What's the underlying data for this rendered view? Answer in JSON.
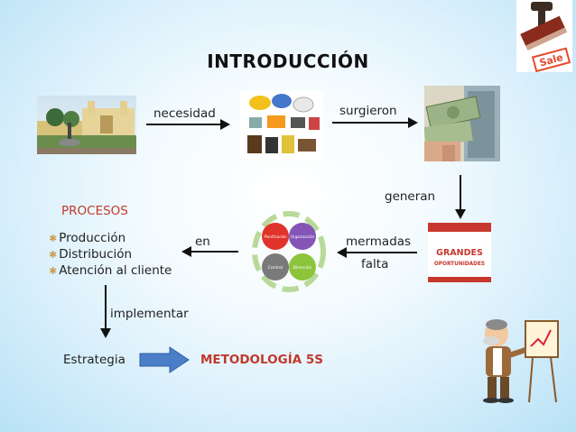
{
  "title": "INTRODUCCIÓN",
  "edges": {
    "necesidad": "necesidad",
    "surgieron": "surgieron",
    "generan": "generan",
    "mermadas": "mermadas",
    "falta": "falta",
    "en": "en",
    "implementar": "implementar"
  },
  "procesos": {
    "heading": "PROCESOS",
    "items": [
      "Producción",
      "Distribución",
      "Atención al cliente"
    ]
  },
  "estrategia": "Estrategia",
  "metodologia": "METODOLOGÍA 5S",
  "images": {
    "oportunidades_line1": "GRANDES",
    "oportunidades_line2": "OPORTUNIDADES",
    "stamp_text": "Sale",
    "cycle_labels": [
      "Planificación",
      "Organización",
      "Control",
      "Dirección"
    ]
  },
  "colors": {
    "accent_red": "#c0392b",
    "arrow_blue": "#4a7ec8"
  }
}
